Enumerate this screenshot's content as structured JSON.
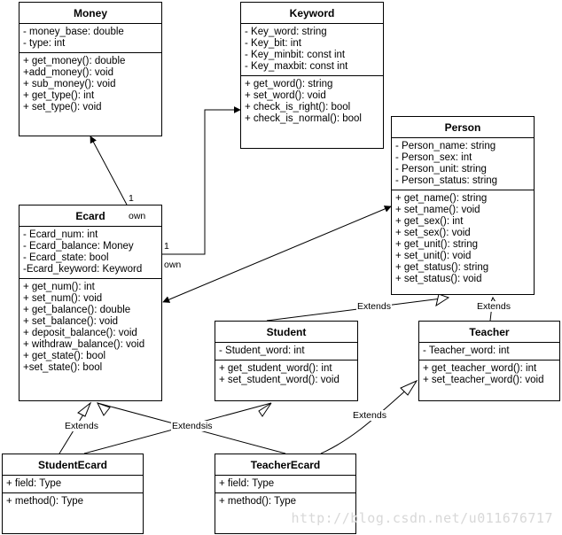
{
  "classes": {
    "money": {
      "name": "Money",
      "attributes": [
        "- money_base: double",
        "- type: int"
      ],
      "methods": [
        "+ get_money(): double",
        "+add_money(): void",
        "+ sub_money(): void",
        "+ get_type(): int",
        "+ set_type(): void"
      ]
    },
    "keyword": {
      "name": "Keyword",
      "attributes": [
        "- Key_word: string",
        "- Key_bit: int",
        "- Key_minbit: const int",
        "- Key_maxbit: const int"
      ],
      "methods": [
        "+ get_word(): string",
        "+ set_word(): void",
        "+ check_is_right(): bool",
        "+ check_is_normal(): bool"
      ]
    },
    "person": {
      "name": "Person",
      "attributes": [
        "- Person_name: string",
        "- Person_sex: int",
        "- Person_unit: string",
        "- Person_status: string"
      ],
      "methods": [
        "+ get_name(): string",
        "+ set_name(): void",
        "+ get_sex(): int",
        "+ set_sex(): void",
        "+ get_unit(): string",
        "+ set_unit(): void",
        "+ get_status(): string",
        "+ set_status(): void"
      ]
    },
    "ecard": {
      "name": "Ecard",
      "attributes": [
        "- Ecard_num: int",
        "- Ecard_balance: Money",
        "- Ecard_state: bool",
        "-Ecard_keyword: Keyword"
      ],
      "methods": [
        "+ get_num(): int",
        "+ set_num(): void",
        "+ get_balance(): double",
        "+ set_balance(): void",
        "+ deposit_balance(): void",
        "+ withdraw_balance(): void",
        "+ get_state(): bool",
        "+set_state(): bool"
      ]
    },
    "student": {
      "name": "Student",
      "attributes": [
        "- Student_word: int"
      ],
      "methods": [
        "+ get_student_word(): int",
        "+ set_student_word(): void"
      ]
    },
    "teacher": {
      "name": "Teacher",
      "attributes": [
        "- Teacher_word: int"
      ],
      "methods": [
        "+ get_teacher_word(): int",
        "+ set_teacher_word(): void"
      ]
    },
    "studentecard": {
      "name": "StudentEcard",
      "attributes": [
        "+ field: Type"
      ],
      "methods": [
        "+ method(): Type"
      ]
    },
    "teacherecard": {
      "name": "TeacherEcard",
      "attributes": [
        "+ field: Type"
      ],
      "methods": [
        "+ method(): Type"
      ]
    }
  },
  "labels": {
    "own": "own",
    "one": "1",
    "extends": "Extends",
    "extends_overlap": "Extendsis"
  },
  "watermark": "http://blog.csdn.net/u011676717"
}
